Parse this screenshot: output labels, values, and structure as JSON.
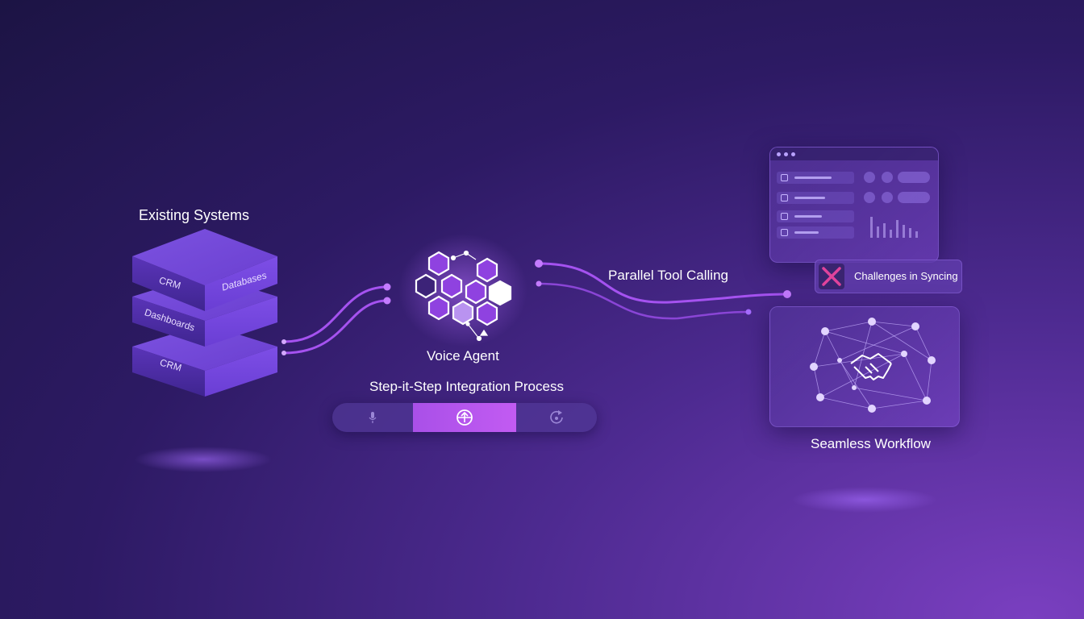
{
  "labels": {
    "existing_systems": "Existing Systems",
    "voice_agent": "Voice Agent",
    "integration_process": "Step-it-Step Integration Process",
    "parallel_tool_calling": "Parallel Tool Calling",
    "challenges": "Challenges in Syncing",
    "seamless_workflow": "Seamless Workflow"
  },
  "stack": {
    "top_left": "CRM",
    "top_right": "Databases",
    "middle": "Dashboards",
    "bottom": "CRM"
  },
  "progress_steps": [
    {
      "icon": "microphone-icon",
      "active": false
    },
    {
      "icon": "sync-icon",
      "active": true
    },
    {
      "icon": "refresh-icon",
      "active": false
    }
  ],
  "colors": {
    "accent": "#b35cf0",
    "glow": "#c47bff",
    "error": "#e0439c",
    "node": "#d9c8ff"
  }
}
